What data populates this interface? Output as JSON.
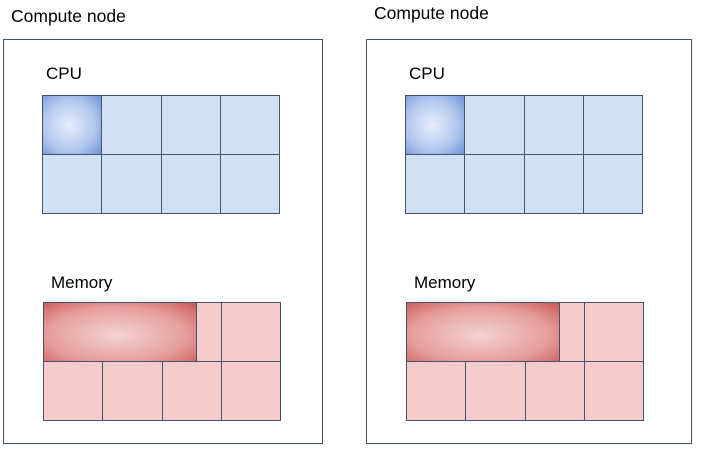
{
  "colors": {
    "background": "#ffffff",
    "text": "#000000",
    "box-border": "#44546a",
    "cell-border": "#44546a",
    "cpu-fill": "#cfe1f2",
    "cpu-used-center": "#e6edfb",
    "cpu-used-mid": "#b3c8ee",
    "cpu-used-edge": "#6e92d9",
    "mem-fill": "#f5cbcb",
    "mem-used-center": "#f3d3d1",
    "mem-used-mid": "#e59d9b",
    "mem-used-edge": "#ca5856"
  },
  "nodes": [
    {
      "title": "Compute node",
      "cpu": {
        "label": "CPU",
        "rows": [
          [
            {
              "used": true,
              "span": 1
            },
            {
              "span": 1
            },
            {
              "span": 1
            },
            {
              "span": 1
            }
          ],
          [
            {
              "span": 1
            },
            {
              "span": 1
            },
            {
              "span": 1
            },
            {
              "span": 1
            }
          ]
        ]
      },
      "memory": {
        "label": "Memory",
        "rows": [
          [
            {
              "used": true,
              "span": 2.6
            },
            {
              "span": 0.4
            },
            {
              "span": 1
            }
          ],
          [
            {
              "span": 1
            },
            {
              "span": 1
            },
            {
              "span": 1
            },
            {
              "span": 1
            }
          ]
        ]
      }
    },
    {
      "title": "Compute node",
      "cpu": {
        "label": "CPU",
        "rows": [
          [
            {
              "used": true,
              "span": 1
            },
            {
              "span": 1
            },
            {
              "span": 1
            },
            {
              "span": 1
            }
          ],
          [
            {
              "span": 1
            },
            {
              "span": 1
            },
            {
              "span": 1
            },
            {
              "span": 1
            }
          ]
        ]
      },
      "memory": {
        "label": "Memory",
        "rows": [
          [
            {
              "used": true,
              "span": 2.6
            },
            {
              "span": 0.4
            },
            {
              "span": 1
            }
          ],
          [
            {
              "span": 1
            },
            {
              "span": 1
            },
            {
              "span": 1
            },
            {
              "span": 1
            }
          ]
        ]
      }
    }
  ]
}
